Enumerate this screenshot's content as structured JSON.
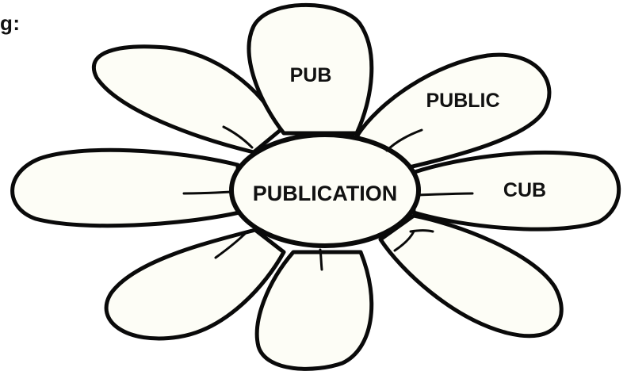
{
  "figure_label": "g:",
  "center_word": "PUBLICATION",
  "petal_words": {
    "top": "PUB",
    "upper_right": "PUBLIC",
    "right": "CUB",
    "lower_right": "",
    "bottom": "",
    "lower_left": "",
    "left": "",
    "upper_left": ""
  },
  "colors": {
    "outline": "#0a0a0a",
    "fill": "#fdfdf6",
    "text": "#111111"
  }
}
